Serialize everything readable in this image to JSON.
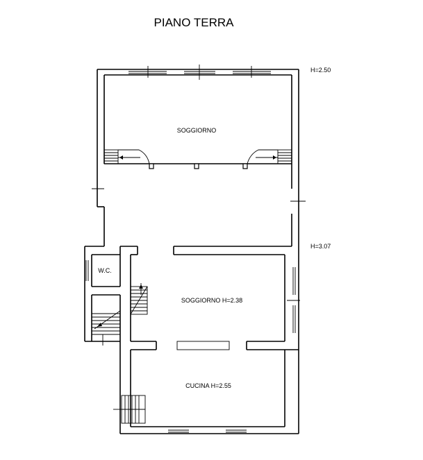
{
  "title": "PIANO TERRA",
  "heights": {
    "upper": "H=2.50",
    "lower": "H=3.07"
  },
  "rooms": {
    "soggiorno_top": "SOGGIORNO",
    "wc": "W.C.",
    "soggiorno_mid": "SOGGIORNO H=2.38",
    "cucina": "CUCINA H=2.55"
  }
}
